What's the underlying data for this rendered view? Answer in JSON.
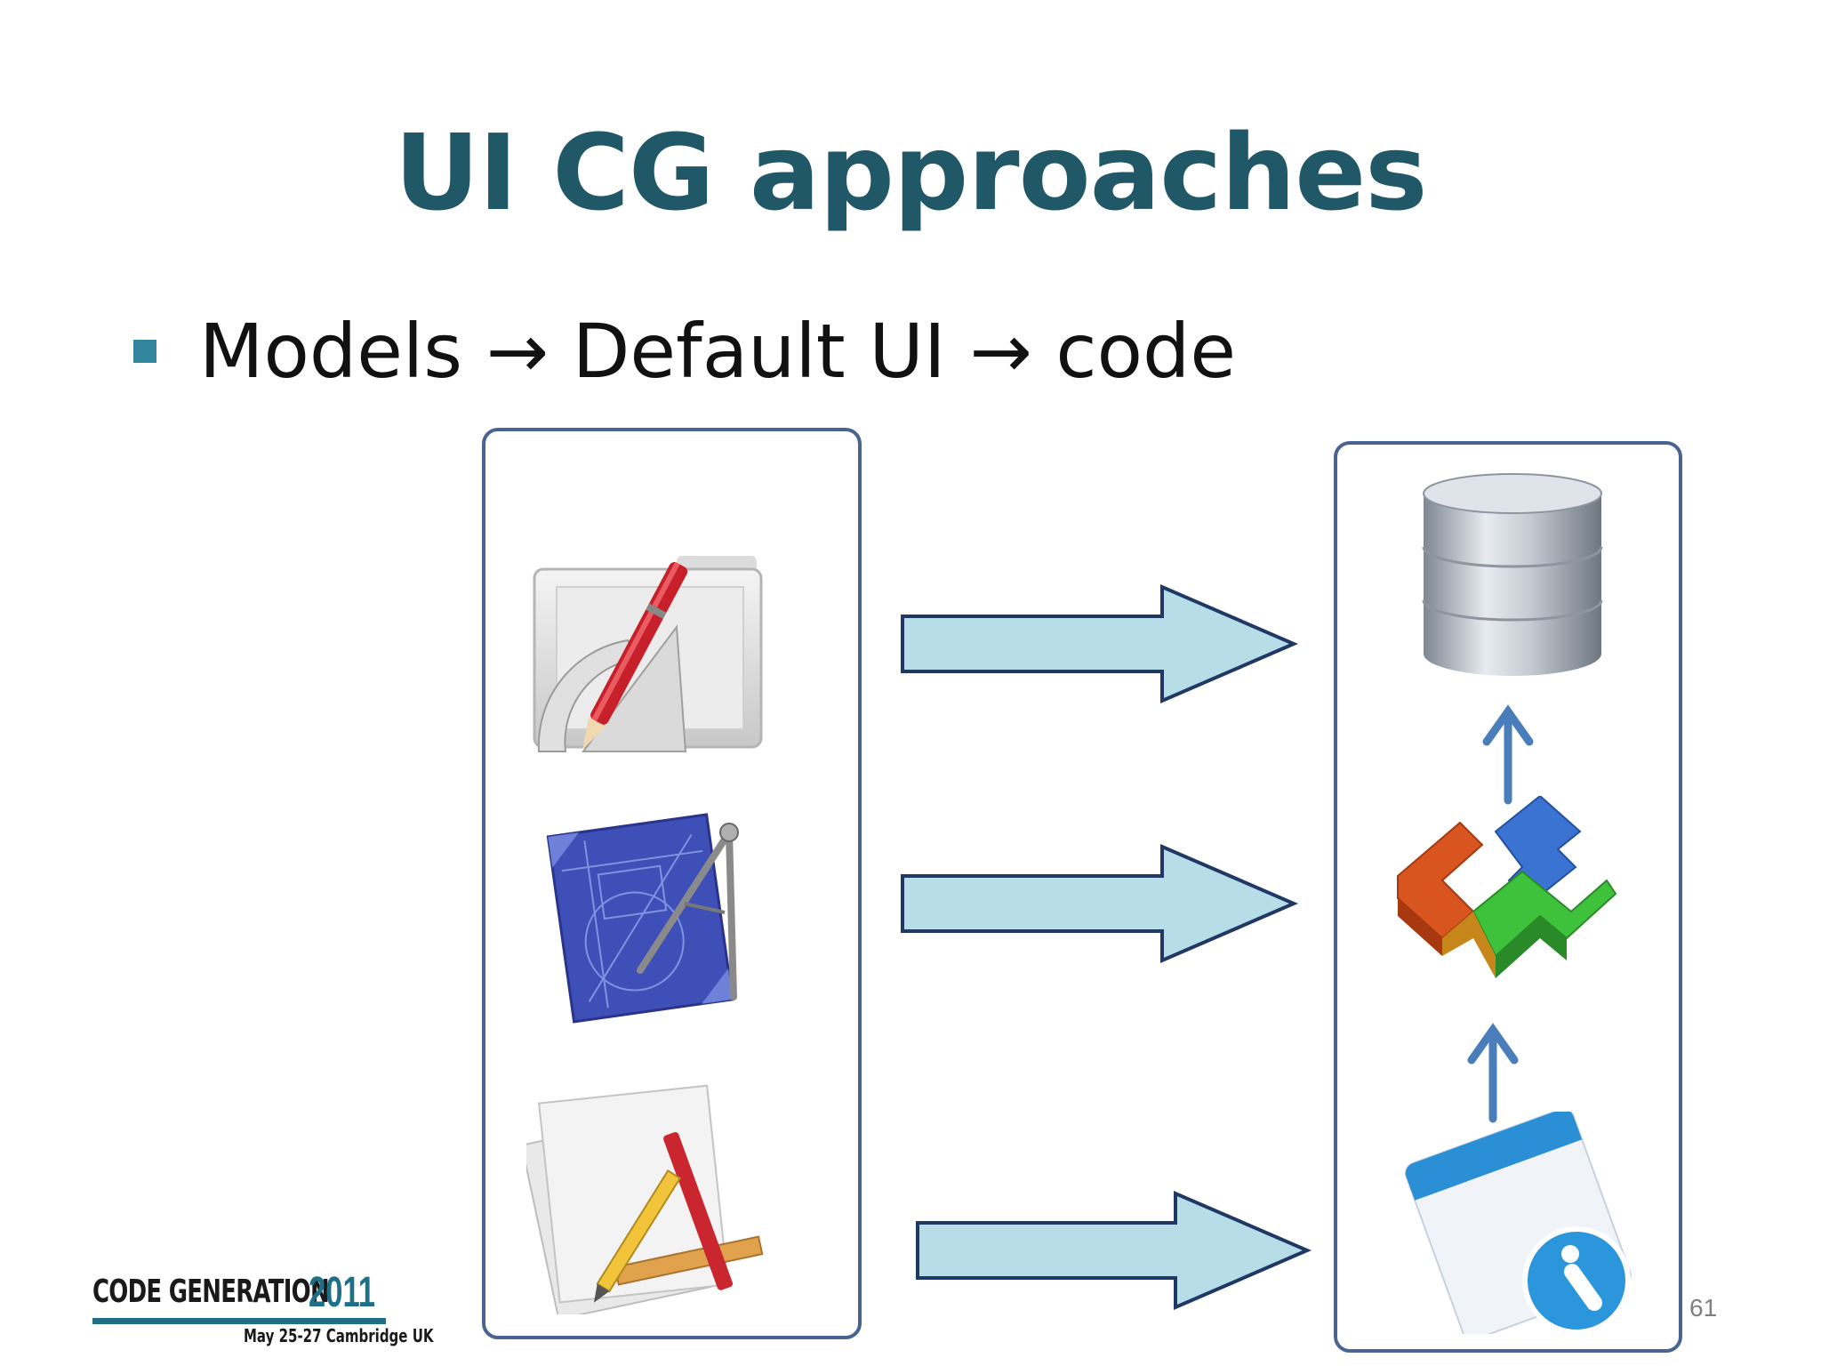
{
  "slide": {
    "title": "UI CG approaches",
    "bullet": "Models → Default UI → code",
    "page_number": "61"
  },
  "logo": {
    "name": "CODE GENERATION",
    "year": "2011",
    "subtitle": "May 25-27 Cambridge UK"
  },
  "colors": {
    "title": "#215868",
    "bullet_marker": "#31859c",
    "panel_border": "#4a6491",
    "arrow_fill": "#b7dde8",
    "arrow_stroke": "#1f3864",
    "small_arrow": "#4a7ebb"
  },
  "icons": {
    "left_panel": [
      "drafting-folder-icon",
      "blueprint-compass-icon",
      "app-builder-document-icon"
    ],
    "right_panel": [
      "database-icon",
      "puzzle-blocks-icon",
      "info-window-icon"
    ]
  }
}
